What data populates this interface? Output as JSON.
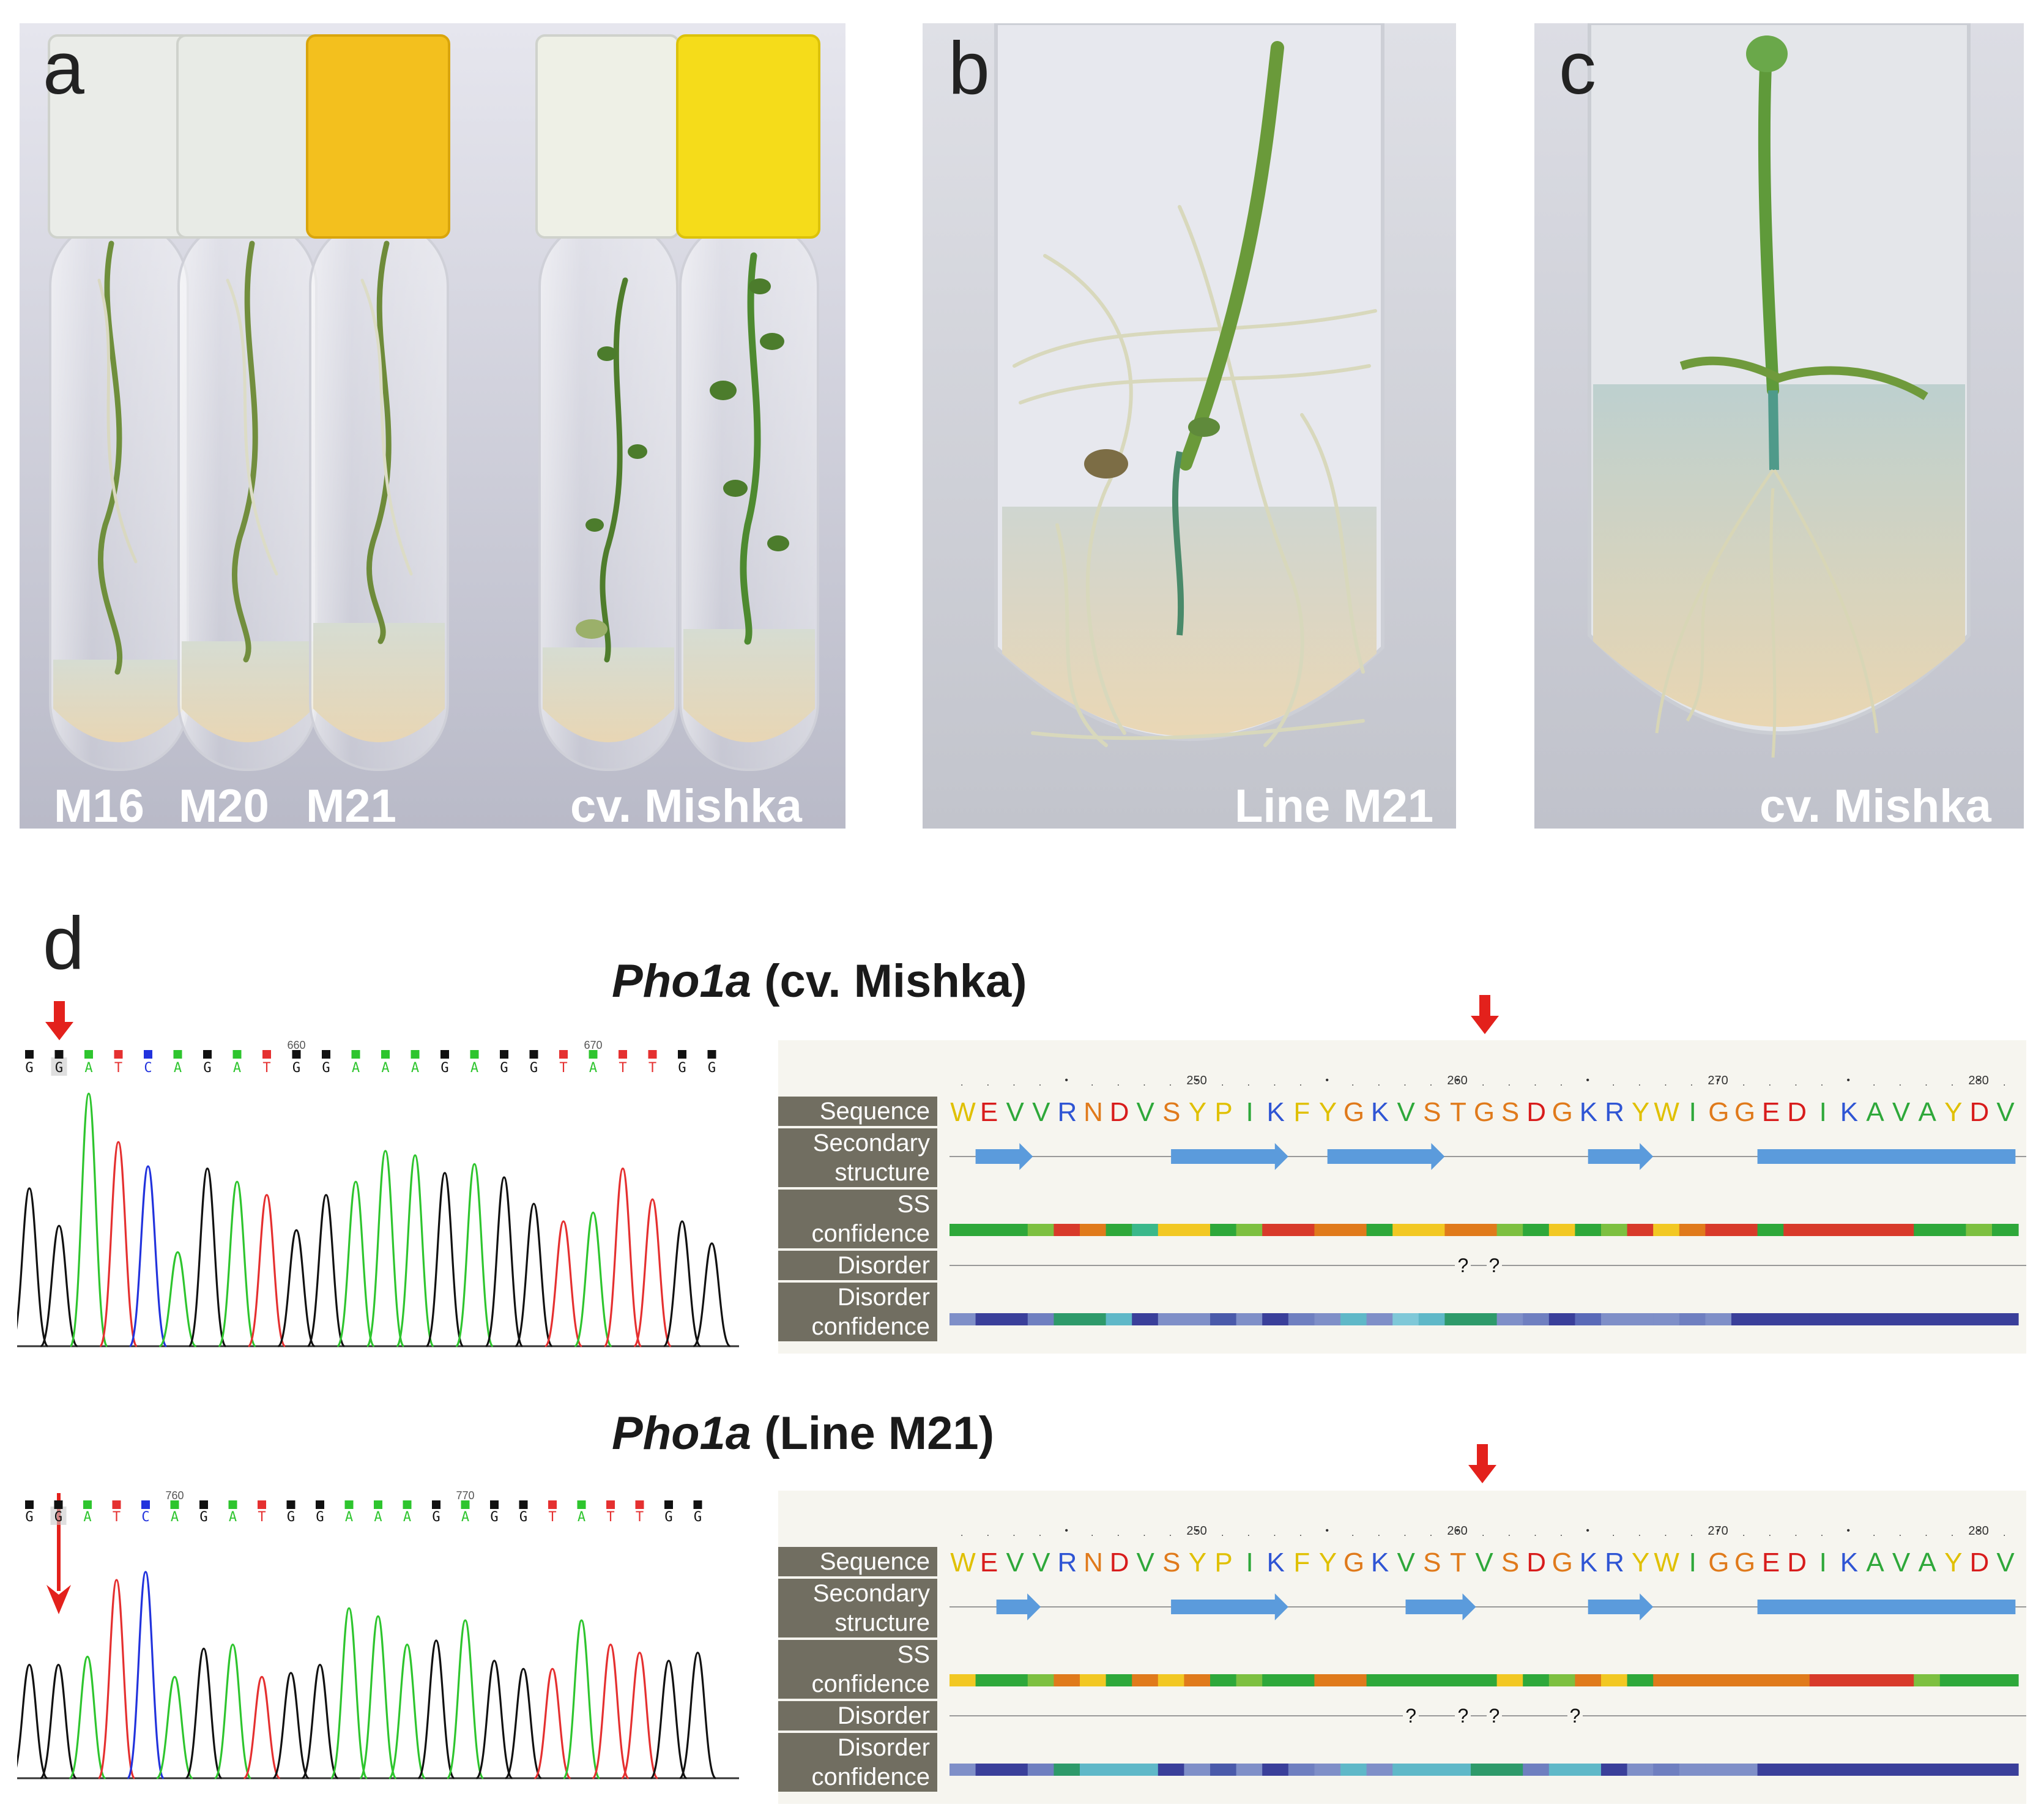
{
  "panels": {
    "a": {
      "letter": "a",
      "labels": [
        "M16",
        "M20",
        "M21",
        "cv. Mishka"
      ]
    },
    "b": {
      "letter": "b",
      "label": "Line M21"
    },
    "c": {
      "letter": "c",
      "label": "cv. Mishka"
    },
    "d": {
      "letter": "d"
    }
  },
  "sequencing": [
    {
      "title_gene": "Pho1a",
      "title_rest": " (cv. Mishka)",
      "chromatogram": {
        "bases": [
          "G",
          "G",
          "A",
          "T",
          "C",
          "A",
          "G",
          "A",
          "T",
          "G",
          "G",
          "A",
          "A",
          "A",
          "G",
          "A",
          "G",
          "G",
          "T",
          "A",
          "T",
          "T",
          "G",
          "G"
        ],
        "tick_labels": [
          {
            "text": "660",
            "index": 9
          },
          {
            "text": "670",
            "index": 19
          }
        ]
      },
      "protein": {
        "row_labels": [
          "Sequence",
          "Secondary structure",
          "SS confidence",
          "Disorder",
          "Disorder confidence"
        ],
        "sequence": "WEVVRNDVSYPIKFYGKVSTGSDGKRYWIGGEDIKAVAYDV",
        "position_labels": [
          {
            "text": "250",
            "index": 9
          },
          {
            "text": "260",
            "index": 19
          },
          {
            "text": "270",
            "index": 29
          },
          {
            "text": "280",
            "index": 39
          }
        ],
        "disorder_marks": [
          "?",
          "?"
        ]
      }
    },
    {
      "title_gene": "Pho1a",
      "title_rest": " (Line M21)",
      "chromatogram": {
        "bases": [
          "G",
          "G",
          "A",
          "T",
          "C",
          "A",
          "G",
          "A",
          "T",
          "G",
          "G",
          "A",
          "A",
          "A",
          "G",
          "A",
          "G",
          "G",
          "T",
          "A",
          "T",
          "T",
          "G",
          "G"
        ],
        "tick_labels": [
          {
            "text": "760",
            "index": 5
          },
          {
            "text": "770",
            "index": 15
          }
        ]
      },
      "protein": {
        "row_labels": [
          "Sequence",
          "Secondary structure",
          "SS confidence",
          "Disorder",
          "Disorder confidence"
        ],
        "sequence": "WEVVRNDVSYPIKFYGKVSTVSDGKRYWIGGEDIKAVAYDV",
        "position_labels": [
          {
            "text": "250",
            "index": 9
          },
          {
            "text": "260",
            "index": 19
          },
          {
            "text": "270",
            "index": 29
          },
          {
            "text": "280",
            "index": 39
          }
        ],
        "disorder_marks": [
          "?",
          "?",
          "?",
          "?"
        ]
      }
    }
  ],
  "colors": {
    "arrow": "#e3211c",
    "base_A": "#2ec52e",
    "base_C": "#2233dd",
    "base_G": "#111111",
    "base_T": "#e53030",
    "strand": "#5b9bdc",
    "label_bg": "#716e61"
  }
}
